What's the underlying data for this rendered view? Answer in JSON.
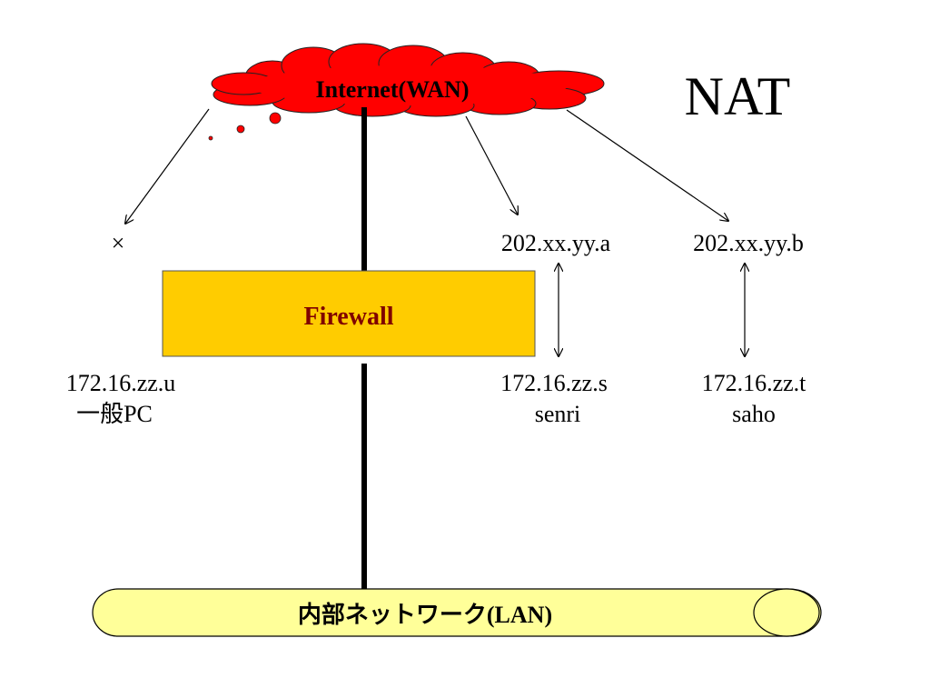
{
  "title": "NAT",
  "cloud": {
    "label": "Internet(WAN)",
    "fill": "#ff0000"
  },
  "firewall": {
    "label": "Firewall",
    "fill": "#ffcc00",
    "text_color": "#800000"
  },
  "lan": {
    "label": "内部ネットワーク(LAN)",
    "fill": "#ffff99"
  },
  "blocked_mark": "×",
  "public_ips": [
    "202.xx.yy.a",
    "202.xx.yy.b"
  ],
  "hosts": [
    {
      "ip": "172.16.zz.u",
      "name": "一般PC"
    },
    {
      "ip": "172.16.zz.s",
      "name": "senri"
    },
    {
      "ip": "172.16.zz.t",
      "name": "saho"
    }
  ]
}
